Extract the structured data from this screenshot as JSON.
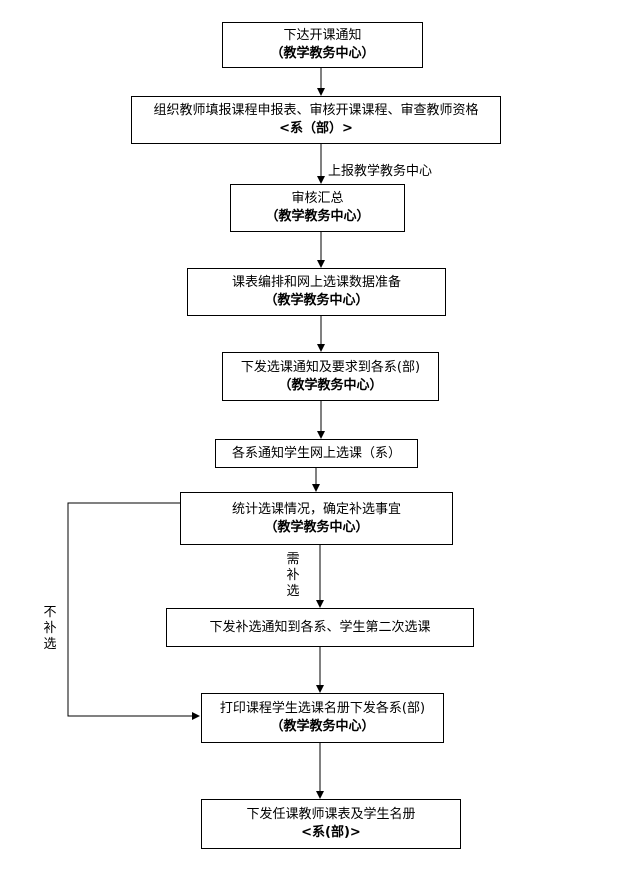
{
  "nodes": [
    {
      "line1": "下达开课通知",
      "line2": "（教学教务中心）"
    },
    {
      "line1": "组织教师填报课程申报表、审核开课课程、审查教师资格",
      "line2": "<系（部）>"
    },
    {
      "line1": "审核汇总",
      "line2": "（教学教务中心）"
    },
    {
      "line1": "课表编排和网上选课数据准备",
      "line2": "（教学教务中心）"
    },
    {
      "line1": "下发选课通知及要求到各系(部)",
      "line2": "（教学教务中心）"
    },
    {
      "line1": "各系通知学生网上选课（系）"
    },
    {
      "line1": "统计选课情况，确定补选事宜",
      "line2": "（教学教务中心）"
    },
    {
      "line1": "下发补选通知到各系、学生第二次选课"
    },
    {
      "line1": "打印课程学生选课名册下发各系(部)",
      "line2": "（教学教务中心）"
    },
    {
      "line1": "下发任课教师课表及学生名册",
      "line2": "<系(部)>"
    }
  ],
  "edge_labels": {
    "report": "上报教学教务中心",
    "need": "需补选",
    "no_need": "不补选"
  }
}
